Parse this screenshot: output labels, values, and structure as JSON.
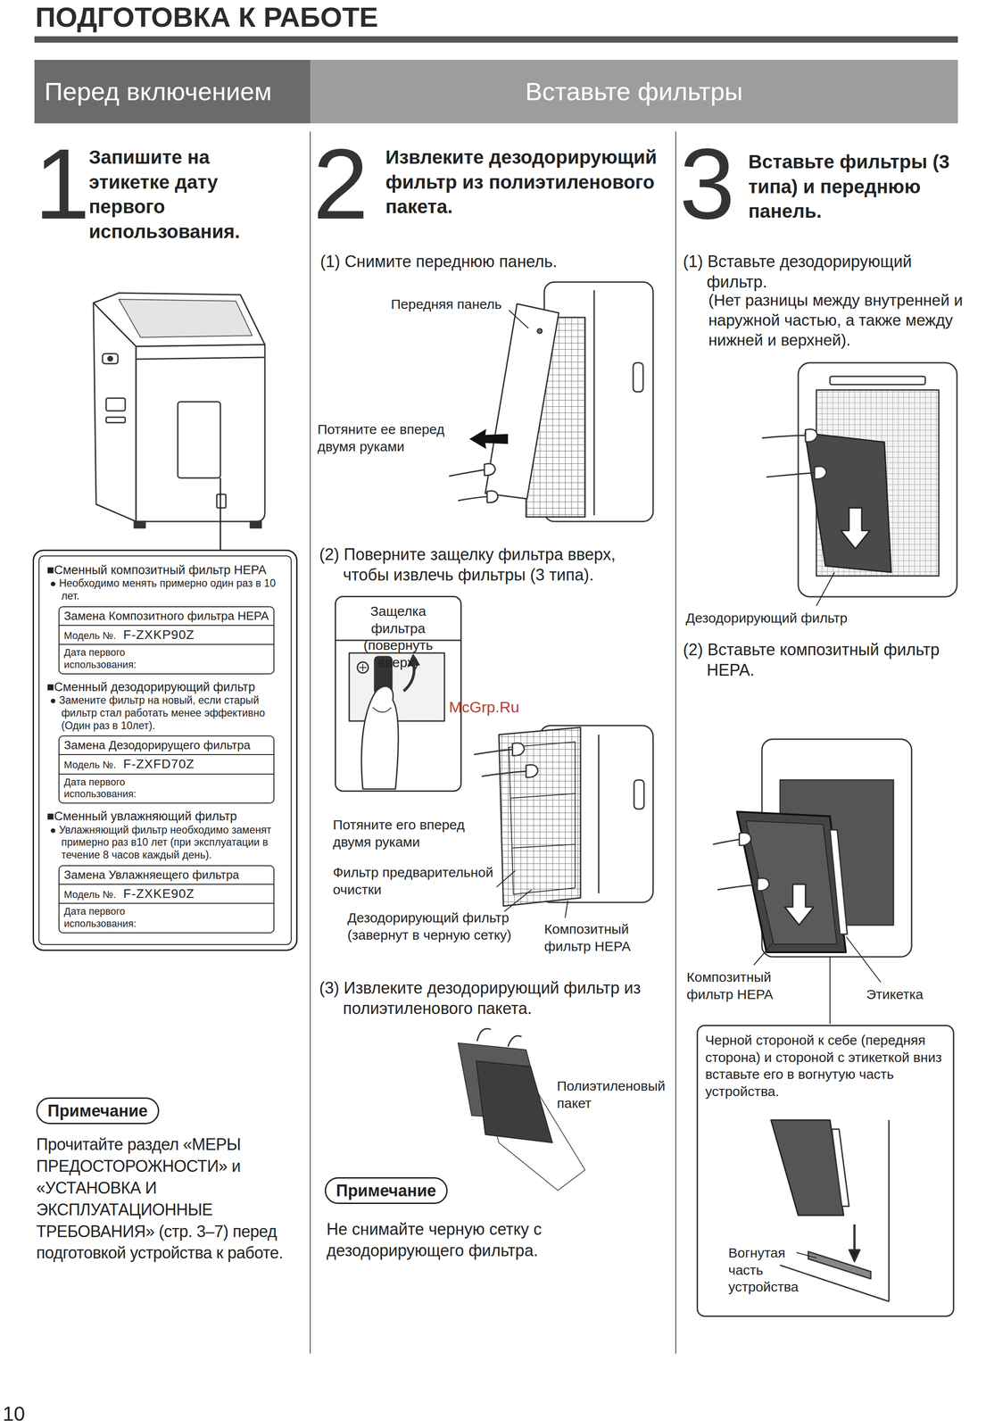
{
  "diagram": {
    "title": "ПОДГОТОВКА К РАБОТЕ",
    "nodes": [
      {
        "text": [
          "Перед включением"
        ]
      },
      {
        "text": [
          "Вставьте фильтры"
        ]
      },
      {
        "text": [
          "■Сменный композитный фильтр HEPA",
          "● Необходимо менять примерно один раз в 10 лет.",
          "■Сменный дезодорирующий фильтр",
          "● Замените фильтр на новый, если старый фильтр стал работать менее эффективно (Один раз в 10лет).",
          "■Сменный увлажняющий фильтр",
          "● Увлажняющий фильтр необходимо заменят примерно раз в10 лет (при эксплуатации в течение 8 часов каждый день)."
        ]
      },
      {
        "text": [
          "Замена Композитного фильтра HEPA",
          "Модель №.",
          "F-ZXKP90Z",
          "Дата первого использования:"
        ],
        "in": 2
      },
      {
        "text": [
          "Замена Дезодорирущего фильтра",
          "Модель №.",
          "F-ZXFD70Z",
          "Дата первого использования:"
        ],
        "in": 2
      },
      {
        "text": [
          "Замена Увлажняещего фильтра",
          "Модель №.",
          "F-ZXKE90Z",
          "Дата первого использования:"
        ],
        "in": 2
      },
      {
        "text": [
          "Примечание"
        ]
      },
      {
        "text": [
          "Защелка фильтра (повернуть вверх)"
        ]
      },
      {
        "text": [
          "Примечание"
        ]
      },
      {
        "text": [
          "Черной стороной к себе (передняя сторона) и стороной с этикеткой вниз вставьте его в вогнутую часть устройства."
        ]
      }
    ],
    "labels": [
      "1",
      "Запишите на этикетке дату первого использования.",
      "Прочитайте раздел «МЕРЫ ПРЕДОСТОРОЖНОСТИ» и «УСТАНОВКА И ЭКСПЛУАТАЦИОННЫЕ ТРЕБОВАНИЯ» (стр. 3–7) перед подготовкой устройства к работе.",
      "2",
      "Извлеките дезодорирующий фильтр из полиэтиленового пакета.",
      "(1) Снимите переднюю панель.",
      "Передняя панель",
      "Потяните ее вперед двумя руками",
      "(2) Поверните защелку фильтра вверх, чтобы извлечь фильтры (3 типа).",
      "McGrp.Ru",
      "Потяните его вперед двумя руками",
      "Фильтр предварительной очистки",
      "Дезодорирующий фильтр (завернут в черную сетку)",
      "Композитный фильтр HEPA",
      "(3) Извлеките дезодорирующий фильтр из полиэтиленового пакета.",
      "Полиэтиленовый пакет",
      "Не снимайте черную сетку с дезодорирующего фильтра.",
      "3",
      "Вставьте фильтры (3 типа) и переднюю панель.",
      "(1) Вставьте дезодорирующий фильтр.",
      "(Нет разницы между внутренней и наружной частью, а также между нижней и верхней).",
      "Дезодорирующий фильтр",
      "(2) Вставьте композитный фильтр HEPA.",
      "Композитный фильтр HEPA",
      "Этикетка",
      "Вогнутая часть устройства",
      "10"
    ]
  }
}
